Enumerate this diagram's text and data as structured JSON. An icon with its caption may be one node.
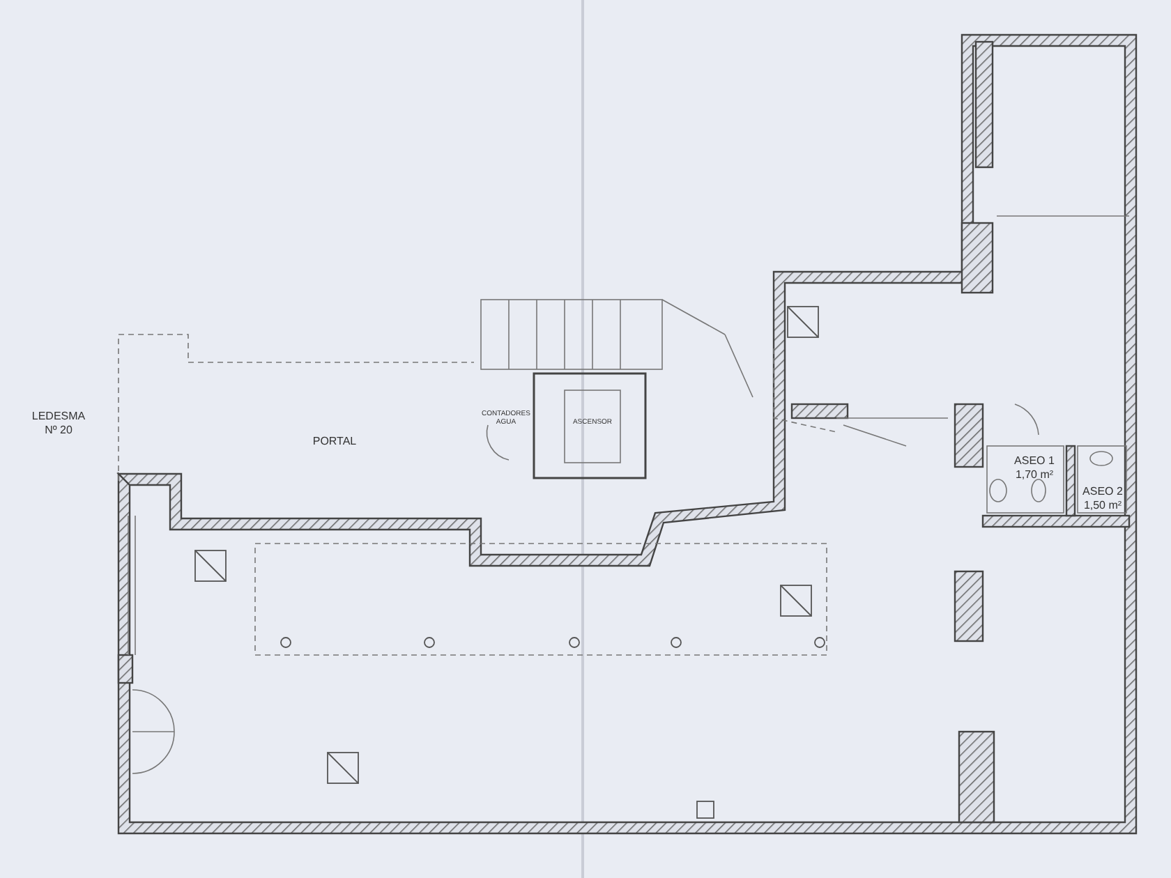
{
  "diagram": {
    "nodes": [
      {
        "text": [
          "PORTAL"
        ]
      },
      {
        "text": [
          "ASCENSOR"
        ]
      },
      {
        "text": [
          "ASEO 1",
          "1,70 m²"
        ]
      },
      {
        "text": [
          "ASEO 2",
          "1,50 m²"
        ]
      }
    ],
    "labels": [
      "LEDESMA Nº 20",
      "CONTADORES AGUA"
    ]
  }
}
